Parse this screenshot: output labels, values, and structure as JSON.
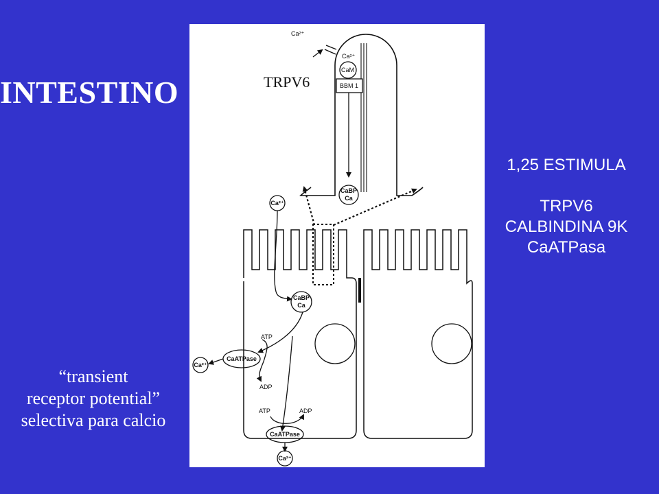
{
  "title": "INTESTINO",
  "right_notes": {
    "line1": "1,25 ESTIMULA",
    "items": [
      "TRPV6",
      "CALBINDINA 9K",
      "CaATPasa"
    ]
  },
  "left_note": {
    "lines": [
      "“transient",
      "receptor potential”",
      "selectiva para calcio"
    ]
  },
  "figure": {
    "trpv6_label": "TRPV6",
    "labels": {
      "ca_outside_top": "Ca²⁺",
      "ca_inside_top": "Ca²⁺",
      "cam": "CaM",
      "bbm1": "BBM 1",
      "cabp_top_1": "CaBP",
      "cabp_top_2": "Ca",
      "ca_entry": "Ca²⁺",
      "cabp_cell_1": "CaBP",
      "cabp_cell_2": "Ca",
      "atp_left": "ATP",
      "adp_left": "ADP",
      "caatpase_left": "CaATPase",
      "ca_out_left": "Ca²⁺",
      "atp_bottom": "ATP",
      "adp_bottom": "ADP",
      "caatpase_bottom": "CaATPase",
      "ca_out_bottom": "Ca²⁺"
    }
  }
}
